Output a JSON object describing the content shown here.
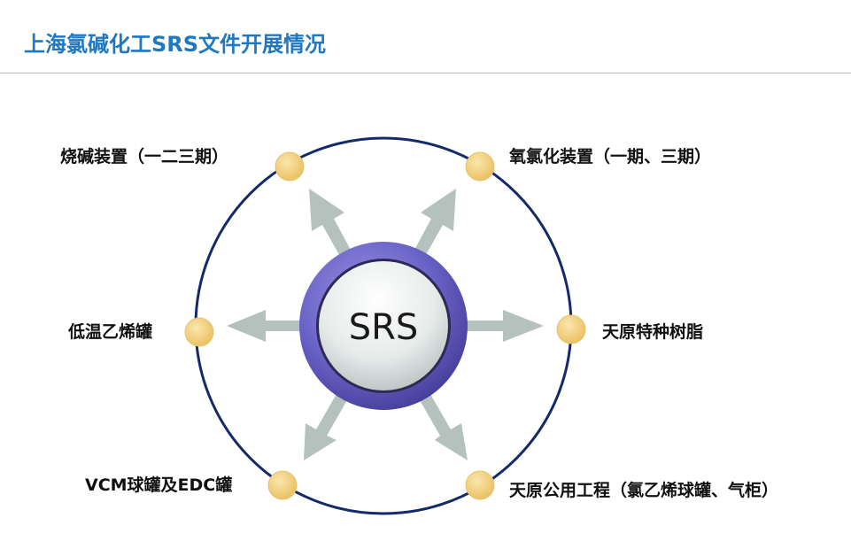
{
  "title": "上海氯碱化工SRS文件开展情况",
  "center": {
    "label": "SRS"
  },
  "nodes": [
    {
      "id": "tl",
      "label": "烧碱装置（一二三期）"
    },
    {
      "id": "tr",
      "label": "氧氯化装置（一期、三期）"
    },
    {
      "id": "ml",
      "label": "低温乙烯罐"
    },
    {
      "id": "mr",
      "label": "天原特种树脂"
    },
    {
      "id": "bl",
      "label": "VCM球罐及EDC罐"
    },
    {
      "id": "br",
      "label": "天原公用工程（氯乙烯球罐、气柜）"
    }
  ],
  "colors": {
    "title": "#1f78c1",
    "ring": "#142a6b",
    "node_fill": "#f2cf7e",
    "node_stroke": "#e3c474",
    "arrow": "#b4c1bc",
    "center_outer": "#6a63c7",
    "center_inner": "#eef2f2",
    "center_text": "#1a1a1a"
  }
}
